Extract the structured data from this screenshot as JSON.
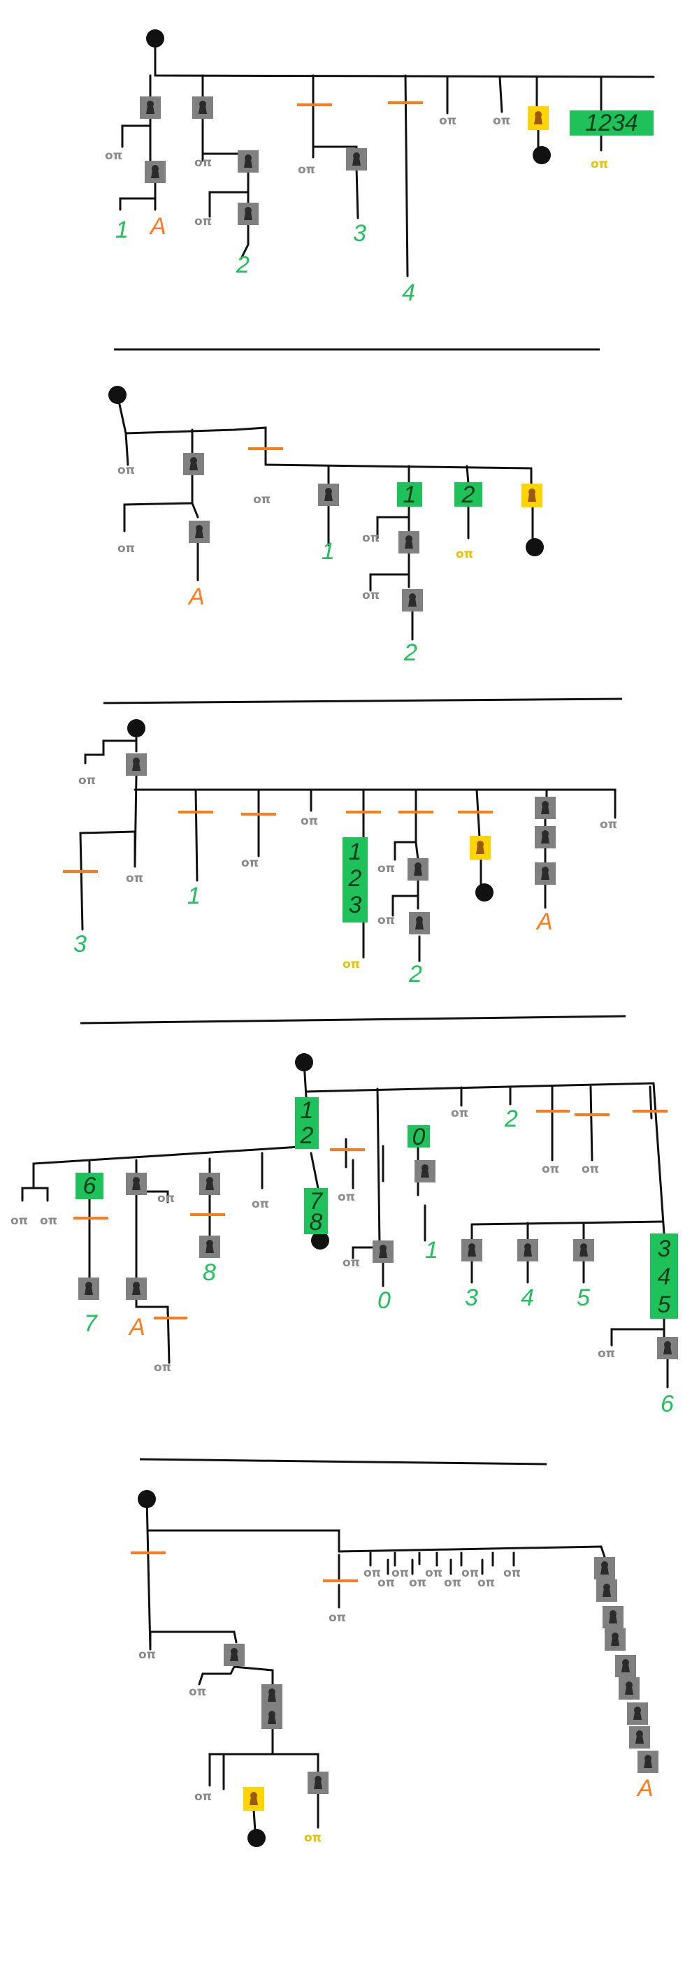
{
  "colors": {
    "line": "#111111",
    "lock": "#808080",
    "keyhole": "#2b2b2b",
    "keyhole_gold": "#9a5a10",
    "yellow": "#ffd400",
    "green": "#1fc25a",
    "orange": "#ff7a1a",
    "key_gray": "#8a8a8a",
    "key_yellow": "#e8c200",
    "label_green": "#1fc25a",
    "label_orange": "#ff7a1a"
  },
  "glyphs": {
    "key": "oπ"
  },
  "diagrams": [
    {
      "name": "puzzle-1",
      "labels": {
        "l1": "1",
        "lA": "A",
        "l2": "2",
        "l3": "3",
        "l4": "4"
      },
      "boxes": {
        "g1234": "1234"
      }
    },
    {
      "name": "puzzle-2",
      "labels": {
        "lA": "A",
        "l1": "1",
        "l2": "2"
      },
      "boxes": {
        "g1": "1",
        "g2": "2"
      }
    },
    {
      "name": "puzzle-3",
      "labels": {
        "l3": "3",
        "l1": "1",
        "l2": "2",
        "lA": "A"
      },
      "boxes": {
        "g123a": "1",
        "g123b": "2",
        "g123c": "3"
      }
    },
    {
      "name": "puzzle-4",
      "labels": {
        "l0a": "0",
        "l1": "1",
        "l2": "2",
        "l3": "3",
        "l4": "4",
        "l5": "5",
        "l6": "6",
        "l7": "7",
        "l8": "8",
        "lA": "A"
      },
      "boxes": {
        "g12a": "1",
        "g12b": "2",
        "g0": "0",
        "g6": "6",
        "g7a": "7",
        "g7b": "8",
        "g345a": "3",
        "g345b": "4",
        "g345c": "5"
      }
    },
    {
      "name": "puzzle-5",
      "labels": {
        "lA": "A"
      },
      "boxes": {}
    }
  ]
}
